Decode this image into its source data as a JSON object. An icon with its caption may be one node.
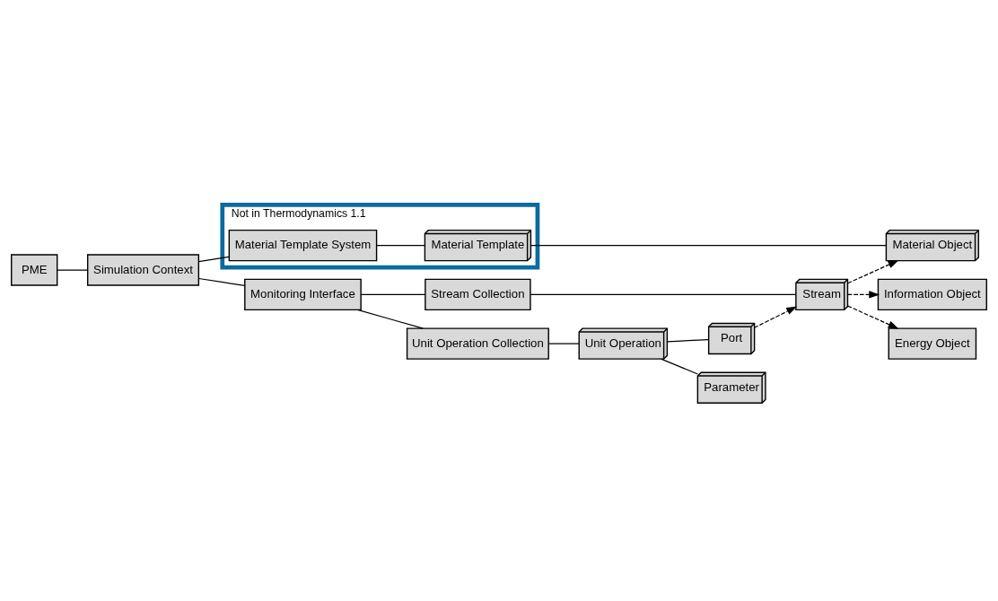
{
  "diagram": {
    "nodes": [
      {
        "text": [
          "PME"
        ]
      },
      {
        "text": [
          "Simulation Context"
        ]
      },
      {
        "text": [
          "Not in Thermodynamics 1.1"
        ]
      },
      {
        "text": [
          "Material Template System"
        ],
        "in": 2
      },
      {
        "text": [
          "Material Template"
        ],
        "in": 2
      },
      {
        "text": [
          "Material Object"
        ]
      },
      {
        "text": [
          "Monitoring Interface"
        ]
      },
      {
        "text": [
          "Information Object"
        ]
      },
      {
        "text": [
          "Stream Collection"
        ]
      },
      {
        "text": [
          "Stream"
        ]
      },
      {
        "text": [
          "Energy Object"
        ]
      },
      {
        "text": [
          "Unit Operation Collection"
        ]
      },
      {
        "text": [
          "Unit Operation"
        ]
      },
      {
        "text": [
          "Port"
        ]
      },
      {
        "text": [
          "Parameter"
        ]
      }
    ],
    "edges": [
      {
        "from": 0,
        "to": 1,
        "arrow": "none"
      },
      {
        "from": 1,
        "to": 3,
        "arrow": "none"
      },
      {
        "from": 1,
        "to": 6,
        "arrow": "none"
      },
      {
        "from": 3,
        "to": 4,
        "arrow": "none"
      },
      {
        "from": 4,
        "to": 5,
        "arrow": "none"
      },
      {
        "from": 6,
        "to": 8,
        "arrow": "none"
      },
      {
        "from": 6,
        "to": 11,
        "arrow": "none"
      },
      {
        "from": 8,
        "to": 9,
        "arrow": "none"
      },
      {
        "from": 11,
        "to": 12,
        "arrow": "none"
      },
      {
        "from": 12,
        "to": 13,
        "arrow": "none"
      },
      {
        "from": 12,
        "to": 14,
        "arrow": "none"
      },
      {
        "from": 9,
        "to": 5,
        "arrow": "to",
        "style": "dashed"
      },
      {
        "from": 9,
        "to": 7,
        "arrow": "to",
        "style": "dashed"
      },
      {
        "from": 9,
        "to": 10,
        "arrow": "to",
        "style": "dashed"
      },
      {
        "from": 13,
        "to": 9,
        "arrow": "to",
        "style": "dashed"
      }
    ]
  }
}
